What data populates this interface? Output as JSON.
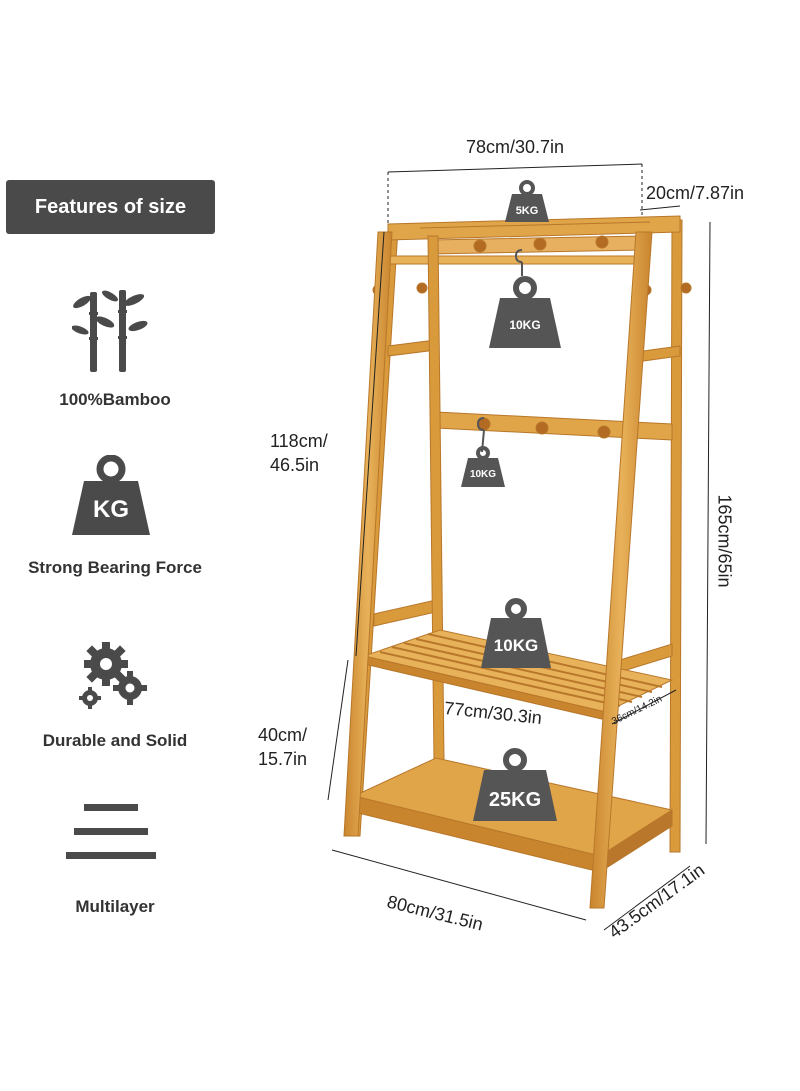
{
  "header": {
    "badge": "Features of size"
  },
  "features": [
    {
      "label": "100%Bamboo",
      "icon": "bamboo-icon"
    },
    {
      "label": "Strong Bearing Force",
      "icon": "kg-weight-icon",
      "icon_text": "KG"
    },
    {
      "label": "Durable and Solid",
      "icon": "gears-icon"
    },
    {
      "label": "Multilayer",
      "icon": "layers-icon"
    }
  ],
  "dimensions": {
    "top_width": "78cm/30.7in",
    "top_depth": "20cm/7.87in",
    "upper_height_line1": "118cm/",
    "upper_height_line2": "46.5in",
    "total_height": "165cm/65in",
    "lower_height_line1": "40cm/",
    "lower_height_line2": "15.7in",
    "shelf_width": "77cm/30.3in",
    "shelf_depth": "36cm/14.2in",
    "base_width": "80cm/31.5in",
    "base_depth": "43.5cm/17.1in"
  },
  "loads": {
    "top": "5KG",
    "rail": "10KG",
    "hooks": "10KG",
    "middle_shelf": "10KG",
    "bottom_shelf": "25KG"
  },
  "colors": {
    "bamboo": "#d99a3c",
    "bamboo_dark": "#b8772a",
    "badge_bg": "#4a4a4a",
    "weight_bg": "#555555"
  }
}
